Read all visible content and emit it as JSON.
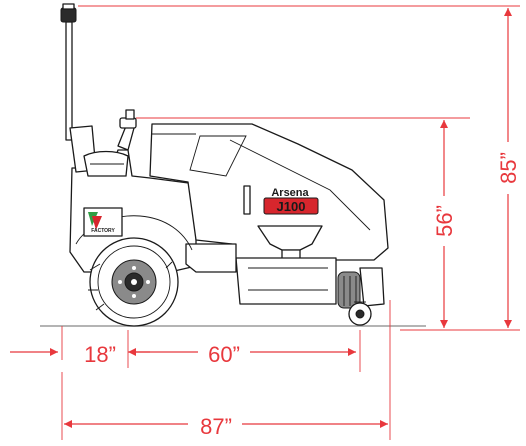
{
  "colors": {
    "dimension": "#e8383d",
    "logo_red": "#d7262d",
    "logo_green": "#2f9e44",
    "ink": "#1a1a1a"
  },
  "machine": {
    "brand_label": "Arsena",
    "model_label": "J100",
    "decal_label": "FACTORY"
  },
  "dimensions": {
    "front_overhang": "18”",
    "wheelbase": "60”",
    "overall_length": "87”",
    "body_height": "56”",
    "overall_height": "85”"
  }
}
